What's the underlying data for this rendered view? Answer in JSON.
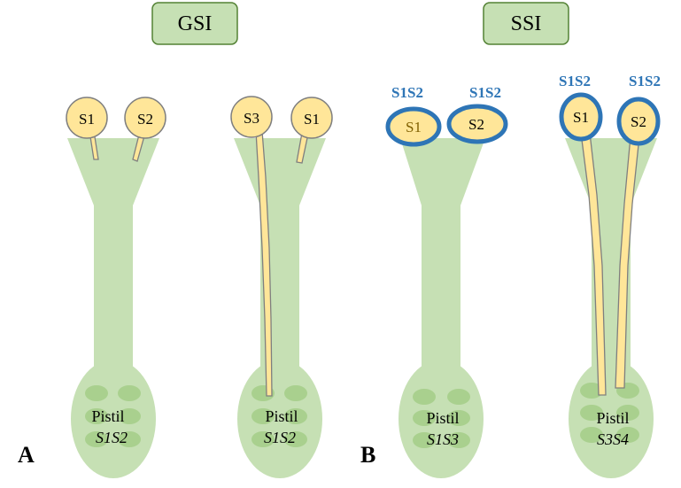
{
  "colors": {
    "pistil": "#c6e0b4",
    "ovule": "#a9d08e",
    "pollen": "#ffe699",
    "pollen_outline": "#7f7f7f",
    "tube_outline": "#7f7f7f",
    "ssi_coat": "#2e75b6",
    "label_blue": "#2e75b6",
    "header_fill": "#c6e0b4",
    "header_border": "#548235",
    "text": "#000000"
  },
  "panels": [
    {
      "letter": "A",
      "header": "GSI"
    },
    {
      "letter": "B",
      "header": "SSI"
    }
  ],
  "pistils": [
    {
      "panel": "GSI",
      "label": "Pistil",
      "genotype": "S1S2",
      "pollen": [
        {
          "allele": "S1",
          "parent_genotype": "",
          "coated": false,
          "tube": "short"
        },
        {
          "allele": "S2",
          "parent_genotype": "",
          "coated": false,
          "tube": "short"
        }
      ]
    },
    {
      "panel": "GSI",
      "label": "Pistil",
      "genotype": "S1S2",
      "pollen": [
        {
          "allele": "S3",
          "parent_genotype": "",
          "coated": false,
          "tube": "long"
        },
        {
          "allele": "S1",
          "parent_genotype": "",
          "coated": false,
          "tube": "short"
        }
      ]
    },
    {
      "panel": "SSI",
      "label": "Pistil",
      "genotype": "S1S3",
      "pollen": [
        {
          "allele": "S1",
          "parent_genotype": "S1S2",
          "coated": true,
          "tube": "none"
        },
        {
          "allele": "S2",
          "parent_genotype": "S1S2",
          "coated": true,
          "tube": "none"
        }
      ]
    },
    {
      "panel": "SSI",
      "label": "Pistil",
      "genotype": "S3S4",
      "pollen": [
        {
          "allele": "S1",
          "parent_genotype": "S1S2",
          "coated": true,
          "tube": "long"
        },
        {
          "allele": "S2",
          "parent_genotype": "S1S2",
          "coated": true,
          "tube": "long"
        }
      ]
    }
  ]
}
